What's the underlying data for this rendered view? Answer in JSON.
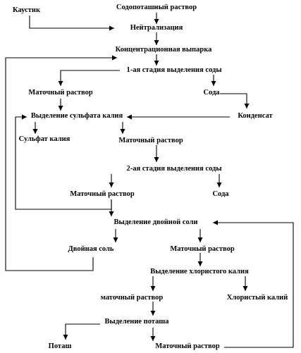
{
  "nodes": {
    "soda_potash_solution": "Содопоташный раствор",
    "caustic": "Каустик",
    "neutralization": "Нейтрализация",
    "concentration_evaporation": "Концентрационная выпарка",
    "soda_stage_1": "1-ая стадия выделения соды",
    "mother_liquor_1": "Маточный раствор",
    "soda_1": "Сода",
    "potassium_sulfate_separation": "Выделение сульфата калия",
    "condensate": "Конденсат",
    "potassium_sulfate": "Сульфат калия",
    "mother_liquor_2": "Маточный раствор",
    "soda_stage_2": "2-ая стадия выделения соды",
    "mother_liquor_3": "Маточный раствор",
    "soda_2": "Сода",
    "double_salt_separation": "Выделение двойной соли",
    "double_salt": "Двойная соль",
    "mother_liquor_4": "Маточный раствор",
    "potassium_chloride_separation": "Выделение хлористого калия",
    "mother_liquor_5": "маточный раствор",
    "potassium_chloride": "Хлористый калий",
    "potash_separation": "Выделение поташа",
    "potash": "Поташ",
    "mother_liquor_6": "Маточный раствор"
  }
}
